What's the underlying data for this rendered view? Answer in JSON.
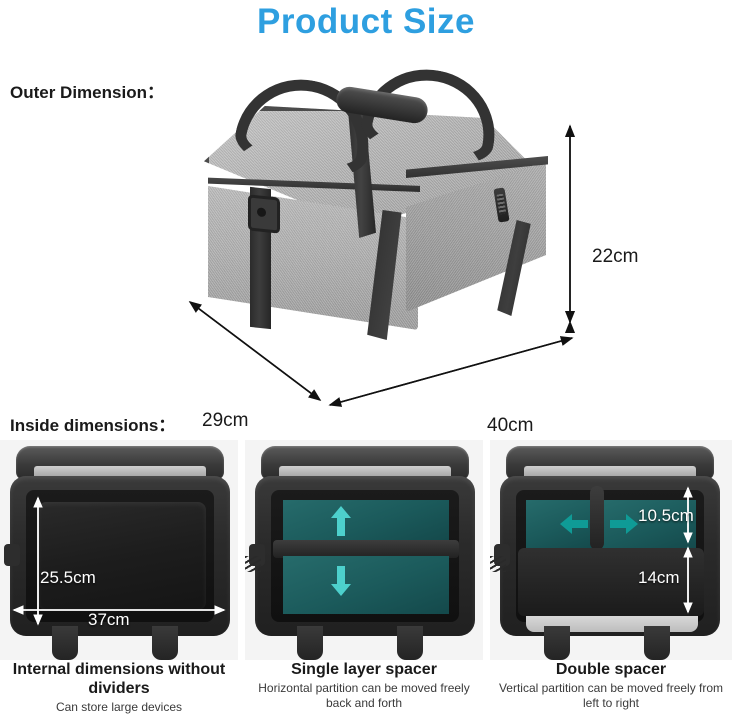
{
  "title": "Product Size",
  "theme": {
    "title_color": "#2e9fe0",
    "text_color": "#1a1a1a",
    "bag_fabric_color": "#a8a8a8",
    "bag_strap_color": "#2e2e2e",
    "divider_teal": "#1b5a5b",
    "arrow_teal": "#4dd0cc",
    "panel_background": "#f4f4f4"
  },
  "outer": {
    "label": "Outer Dimension：",
    "dimensions": {
      "height": "22cm",
      "depth": "29cm",
      "width": "40cm"
    }
  },
  "inside": {
    "label": "Inside dimensions：",
    "panels": [
      {
        "id": "internal-no-dividers",
        "dims": {
          "height": "25.5cm",
          "width": "37cm"
        },
        "caption_title": "Internal dimensions without dividers",
        "caption_sub": "Can store large devices"
      },
      {
        "id": "single-layer-spacer",
        "dims": {},
        "caption_title": "Single layer spacer",
        "caption_sub": "Horizontal partition can be moved freely back and forth"
      },
      {
        "id": "double-spacer",
        "dims": {
          "upper": "10.5cm",
          "lower": "14cm"
        },
        "caption_title": "Double spacer",
        "caption_sub": "Vertical partition can be moved freely from left to right"
      }
    ]
  }
}
